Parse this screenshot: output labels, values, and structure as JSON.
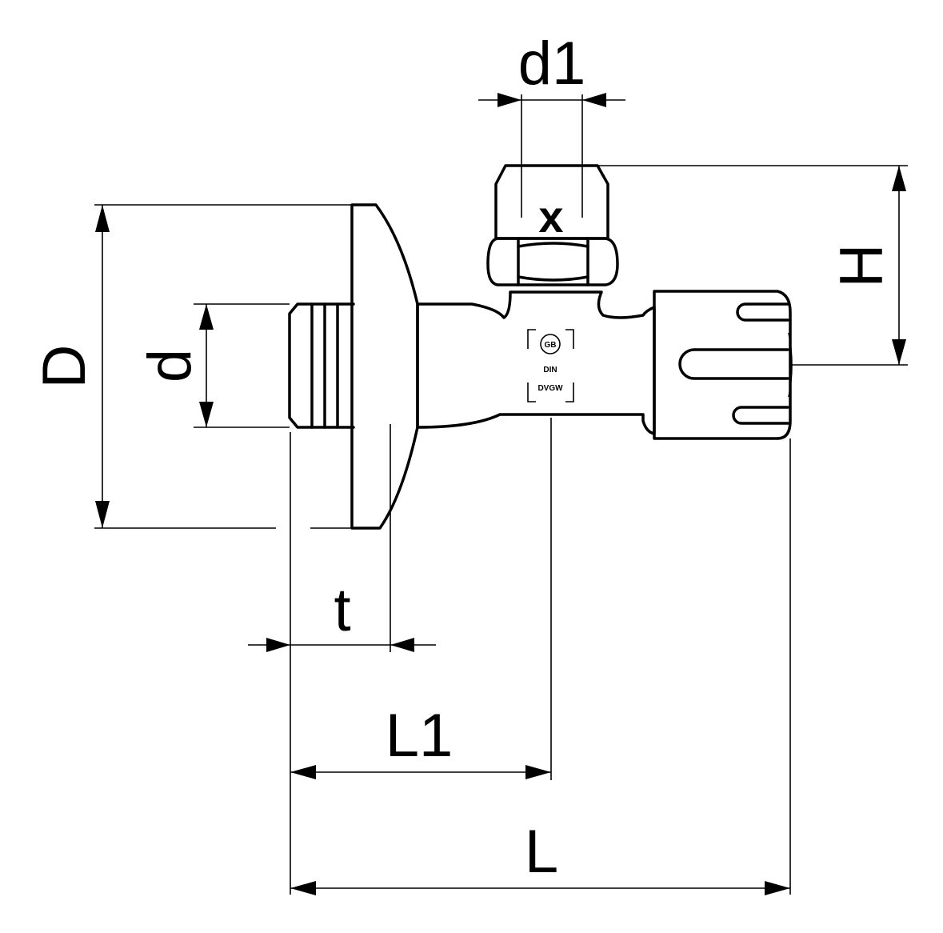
{
  "labels": {
    "d1": "d1",
    "x": "x",
    "H": "H",
    "D": "D",
    "d": "d",
    "t": "t",
    "L1": "L1",
    "L": "L"
  },
  "markings": {
    "logo": "GB",
    "standard": "DIN",
    "approval": "DVGW"
  }
}
